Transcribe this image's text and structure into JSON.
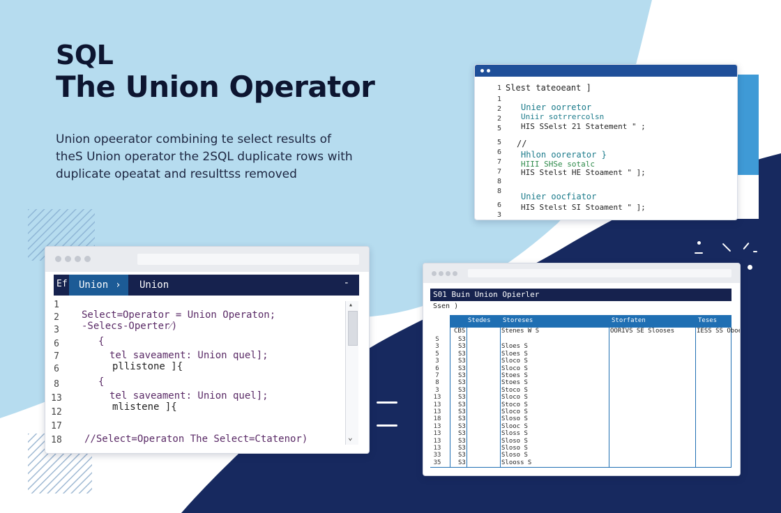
{
  "hero": {
    "title_line1": "SQL",
    "title_line2": "The Union Operator",
    "subtitle_lines": [
      "Union opeerator combining te select results of",
      "theS Union operator the 2SQL duplicate rows with",
      "duplicate opeatat and resulttss removed"
    ]
  },
  "colors": {
    "light_blue_bg": "#b6dcef",
    "navy_bg": "#17295f",
    "accent_blue": "#3f9ad6",
    "tab_blue": "#1c5b96",
    "dark_navy": "#16224e"
  },
  "window_top": {
    "line_numbers": [
      "1",
      "1",
      "2",
      "2",
      "5",
      "5",
      "6",
      "7",
      "7",
      "8",
      "8",
      "6",
      "3"
    ],
    "code_lines": [
      "Slest tateoeant ]",
      "Unier oorretor",
      "Uniir sotrrercolsn",
      "HIS SSelst 21 Statement \" ;",
      "//",
      "Hhlon oorerator }",
      "HIII SHSe sotalc",
      "HIS Stelst HE Stoament \" ];",
      "Unier oocfiator",
      "HIS Stelst SI Stoament \" ];"
    ]
  },
  "editor": {
    "tab_icon": "Ef",
    "tab_active": "Union",
    "tab_next": "Union",
    "tab_minimize": "-",
    "line_numbers": [
      "1",
      "2",
      "3",
      "6",
      "7",
      "6",
      "8",
      "13",
      "12",
      "17",
      "18"
    ],
    "code_lines": [
      "Select=Operator = Union Operaton;",
      "-Selecs-Operter⁄)",
      "{",
      "tel saveament: Union quel];",
      "pllistone ]{",
      "{",
      "tel saveament: Union quel];",
      "mlistene ]{",
      "//Select=Operaton The Select=Ctatenor)"
    ]
  },
  "table_window": {
    "title": "S01 Buin Union Opierler",
    "subtitle": "Ssen )",
    "headers": [
      "Stedes",
      "Storeses",
      "Storfaten",
      "Teses"
    ],
    "col1_first": "CBS",
    "col3_first": "Stenes W S",
    "col4_first": "OORIVS SE Slooses",
    "col5_first": "IESS SS Oboe",
    "row_numbers": [
      "S",
      "3",
      "5",
      "3",
      "6",
      "7",
      "8",
      "3",
      "13",
      "13",
      "13",
      "18",
      "13",
      "13",
      "13",
      "13",
      "33",
      "35"
    ],
    "col2_values": [
      "S3",
      "S3",
      "S3",
      "S3",
      "S3",
      "S3",
      "S3",
      "S3",
      "S3",
      "S3",
      "S3",
      "S3",
      "S3",
      "S3",
      "S3",
      "S3",
      "S3",
      "S3"
    ],
    "col3_values": [
      "Stenes W S",
      "Sloes S",
      "Sloes S",
      "Sloco S",
      "Sloco S",
      "Stoes S",
      "Stoes S",
      "Stoco S",
      "Sloco S",
      "Stoco S",
      "Sloco S",
      "Sloso S",
      "Slooc S",
      "Sloss S",
      "Sloso S",
      "Sloso S",
      "Sloso S",
      "Slooss S"
    ]
  }
}
